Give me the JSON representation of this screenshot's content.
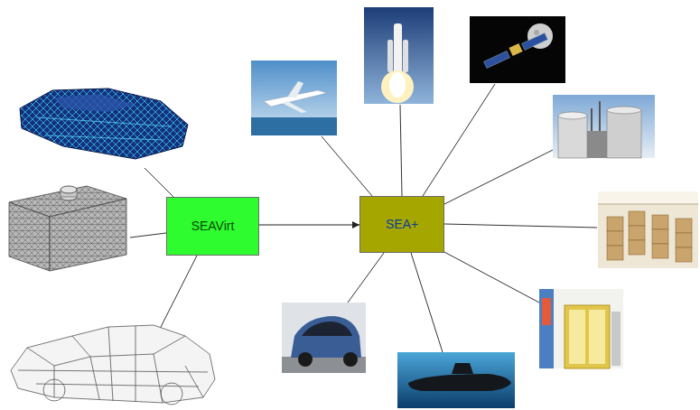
{
  "diagram": {
    "nodes": [
      {
        "text": [
          "SEAVirt"
        ]
      },
      {
        "text": [
          "SEA+"
        ]
      }
    ],
    "edges": [
      {
        "from": 0,
        "to": 1,
        "arrow": "to"
      }
    ]
  }
}
